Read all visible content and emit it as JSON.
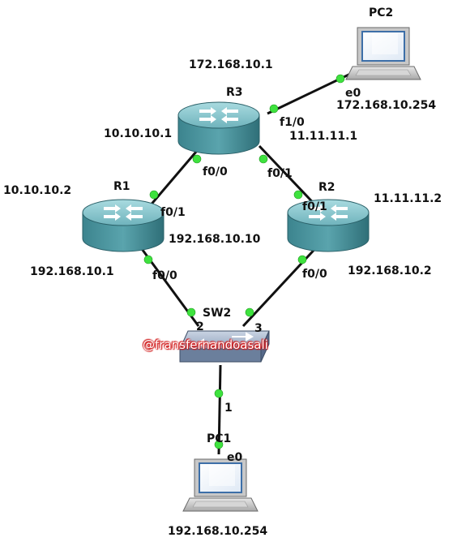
{
  "nodes": {
    "r1": {
      "name": "R1"
    },
    "r2": {
      "name": "R2"
    },
    "r3": {
      "name": "R3"
    },
    "sw2": {
      "name": "SW2"
    },
    "pc1": {
      "name": "PC1"
    },
    "pc2": {
      "name": "PC2"
    }
  },
  "ports": {
    "r3_f1_0": "f1/0",
    "r3_f0_0": "f0/0",
    "r3_f0_1": "f0/1",
    "r1_f0_1": "f0/1",
    "r1_f0_0": "f0/0",
    "r2_f0_1": "f0/1",
    "r2_f0_0": "f0/0",
    "sw2_2": "2",
    "sw2_3": "3",
    "sw2_1": "1",
    "pc1_e0": "e0",
    "pc2_e0": "e0"
  },
  "addresses": {
    "r3_top": "172.168.10.1",
    "pc2_ip": "172.168.10.254",
    "r3_left": "10.10.10.1",
    "r3_right": "11.11.11.1",
    "r1_top": "10.10.10.2",
    "r2_top": "11.11.11.2",
    "r1_bottom": "192.168.10.1",
    "center": "192.168.10.10",
    "r2_bottom": "192.168.10.2",
    "pc1_ip": "192.168.10.254"
  },
  "watermark": "@fransfernandoasali",
  "colors": {
    "link": "#111111",
    "port_dot": "#3ee23e",
    "router_top": "#7fc0c8",
    "router_body": "#3f8a94",
    "switch_body": "#9aaac0",
    "watermark_outline": "#d01818"
  }
}
